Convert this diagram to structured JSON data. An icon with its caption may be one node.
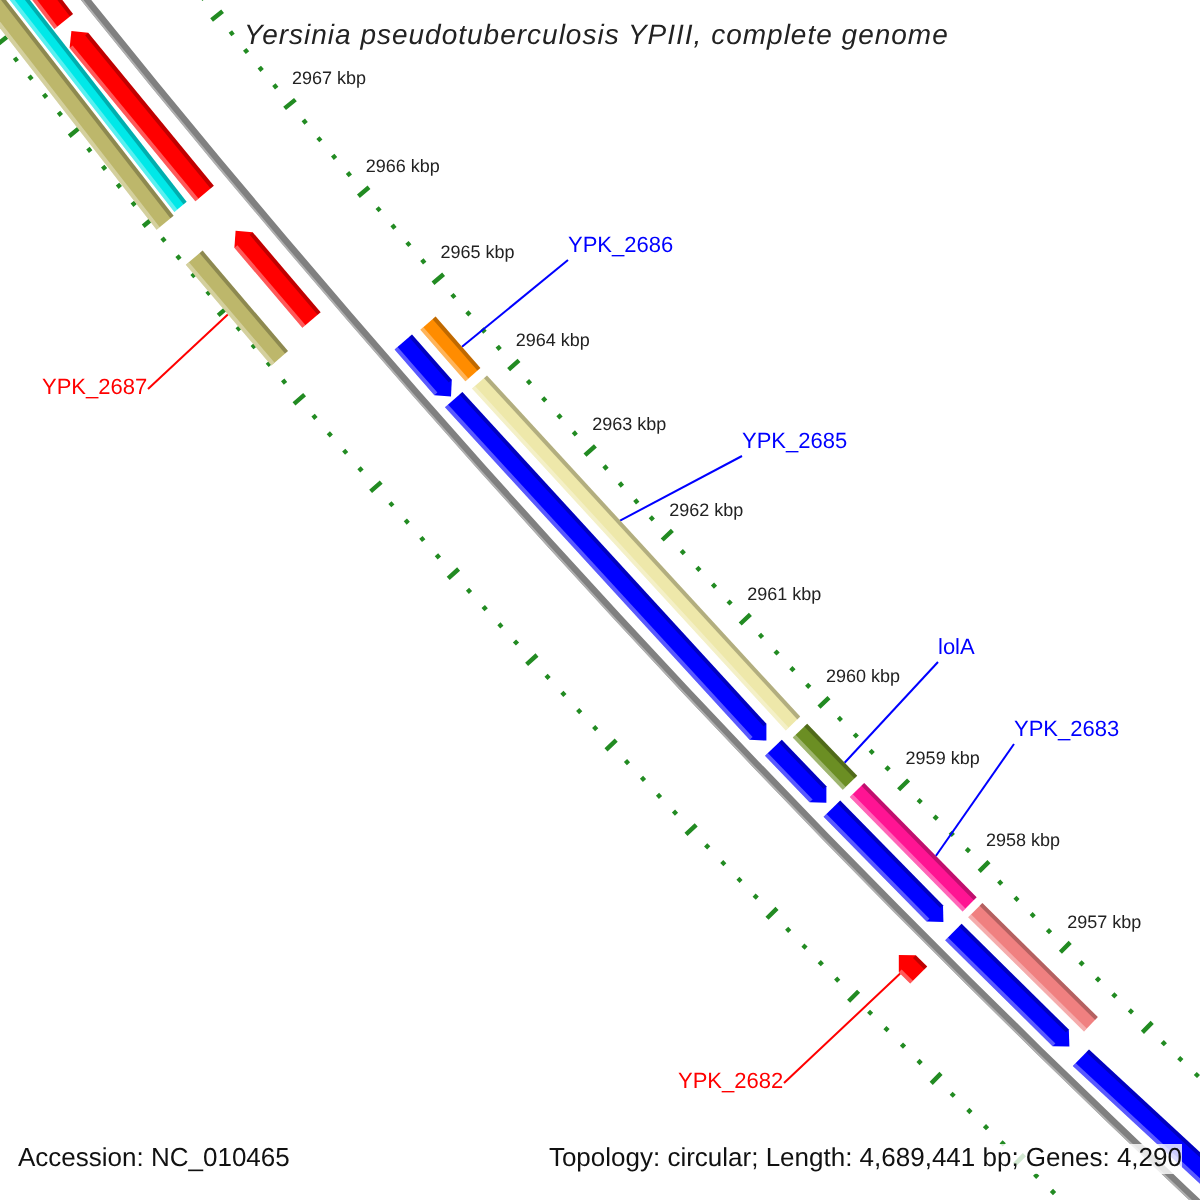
{
  "diagram": {
    "title": "Yersinia pseudotuberculosis YPIII, complete genome",
    "nodes": [
      {
        "text": [
          "YPK_2686"
        ]
      },
      {
        "text": [],
        "shape": "bar"
      },
      {
        "text": [
          "YPK_2687"
        ]
      },
      {
        "text": [],
        "shape": "bar"
      },
      {
        "text": [
          "YPK_2685"
        ]
      },
      {
        "text": [],
        "shape": "bar"
      },
      {
        "text": [
          "lolA"
        ]
      },
      {
        "text": [],
        "shape": "bar"
      },
      {
        "text": [
          "YPK_2683"
        ]
      },
      {
        "text": [],
        "shape": "bar"
      },
      {
        "text": [
          "YPK_2682"
        ]
      },
      {
        "text": [],
        "shape": "bar"
      }
    ],
    "edges": [
      {
        "from": 0,
        "to": 1,
        "arrow": "none"
      },
      {
        "from": 2,
        "to": 3,
        "arrow": "none",
        "color": "#ff0000"
      },
      {
        "from": 4,
        "to": 5,
        "arrow": "none"
      },
      {
        "from": 6,
        "to": 7,
        "arrow": "none"
      },
      {
        "from": 8,
        "to": 9,
        "arrow": "none"
      },
      {
        "from": 10,
        "to": 11,
        "arrow": "none",
        "color": "#ff0000"
      }
    ],
    "labels": [
      "2967 kbp",
      "2966 kbp",
      "2965 kbp",
      "2964 kbp",
      "2963 kbp",
      "2962 kbp",
      "2961 kbp",
      "2960 kbp",
      "2959 kbp",
      "2958 kbp",
      "2957 kbp",
      "Accession: NC_010465",
      "Topology: circular; Length: 4,689,441 bp; Genes: 4,290"
    ]
  }
}
